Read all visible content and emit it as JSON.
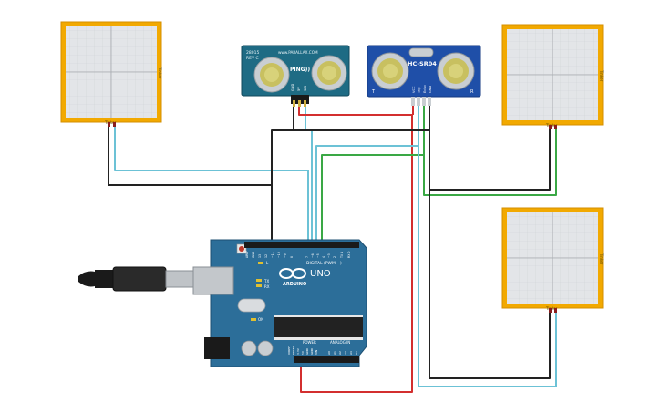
{
  "sensors": {
    "force_sensor_label": "Tinker",
    "ping": {
      "brand": "PARALLAX",
      "model_top": "28015",
      "model_rev": "REV C",
      "site": "www.PARALLAX.COM",
      "name": "PING))",
      "pins": [
        "GND",
        "5V",
        "SIG"
      ]
    },
    "hcsr04": {
      "name": "HC-SR04",
      "pins": [
        "VCC",
        "Trig",
        "Echo",
        "GND"
      ],
      "corner_left": "T",
      "corner_right": "R"
    }
  },
  "arduino": {
    "brand": "ARDUINO",
    "model": "UNO",
    "digital_label": "DIGITAL (PWM ~)",
    "power_label": "POWER",
    "analog_label": "ANALOG IN",
    "tx": "TX",
    "rx": "RX",
    "on": "ON",
    "l": "L",
    "header_top": [
      "AREF",
      "GND",
      "13",
      "12",
      "~11",
      "~10",
      "~9",
      "8",
      "7",
      "~6",
      "~5",
      "4",
      "~3",
      "2",
      "TX 1",
      "RX 0"
    ],
    "header_power": [
      "IOREF",
      "RESET",
      "3.3V",
      "5V",
      "GND",
      "GND",
      "VIN"
    ],
    "header_analog": [
      "A0",
      "A1",
      "A2",
      "A3",
      "A4",
      "A5"
    ]
  },
  "colors": {
    "wire_black": "#222222",
    "wire_red": "#d32f2f",
    "wire_cyan": "#6cc2d6",
    "wire_green": "#3aa845",
    "board_blue": "#2c6e99",
    "sensor_frame": "#f0a500"
  }
}
